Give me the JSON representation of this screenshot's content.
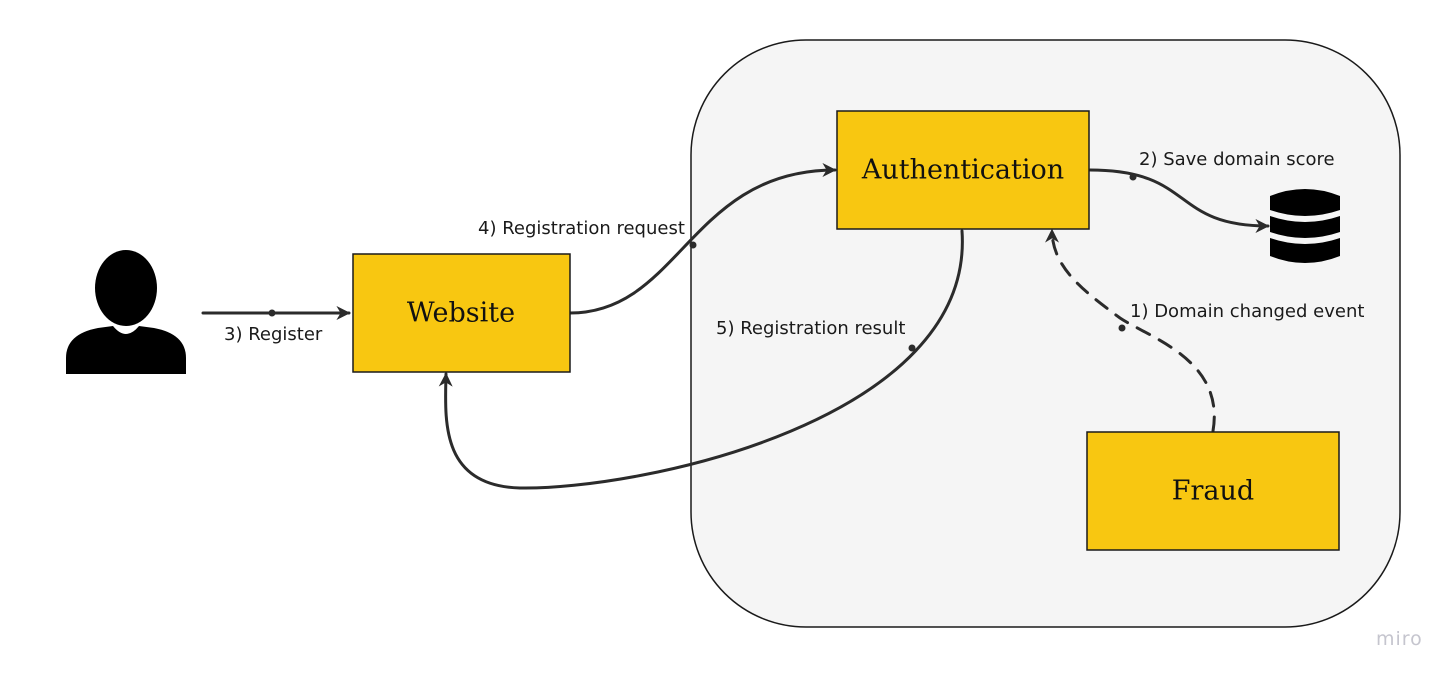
{
  "nodes": {
    "website": "Website",
    "authentication": "Authentication",
    "fraud": "Fraud"
  },
  "edges": {
    "domain_changed": "1) Domain changed event",
    "save_score": "2) Save domain score",
    "register": "3) Register",
    "registration_request": "4) Registration request",
    "registration_result": "5) Registration result"
  },
  "icons": {
    "user": "user-icon",
    "database": "database-icon"
  },
  "watermark": "miro",
  "colors": {
    "node_fill": "#F8C711",
    "boundary_fill": "#F5F5F5",
    "line": "#2B2B2B"
  }
}
